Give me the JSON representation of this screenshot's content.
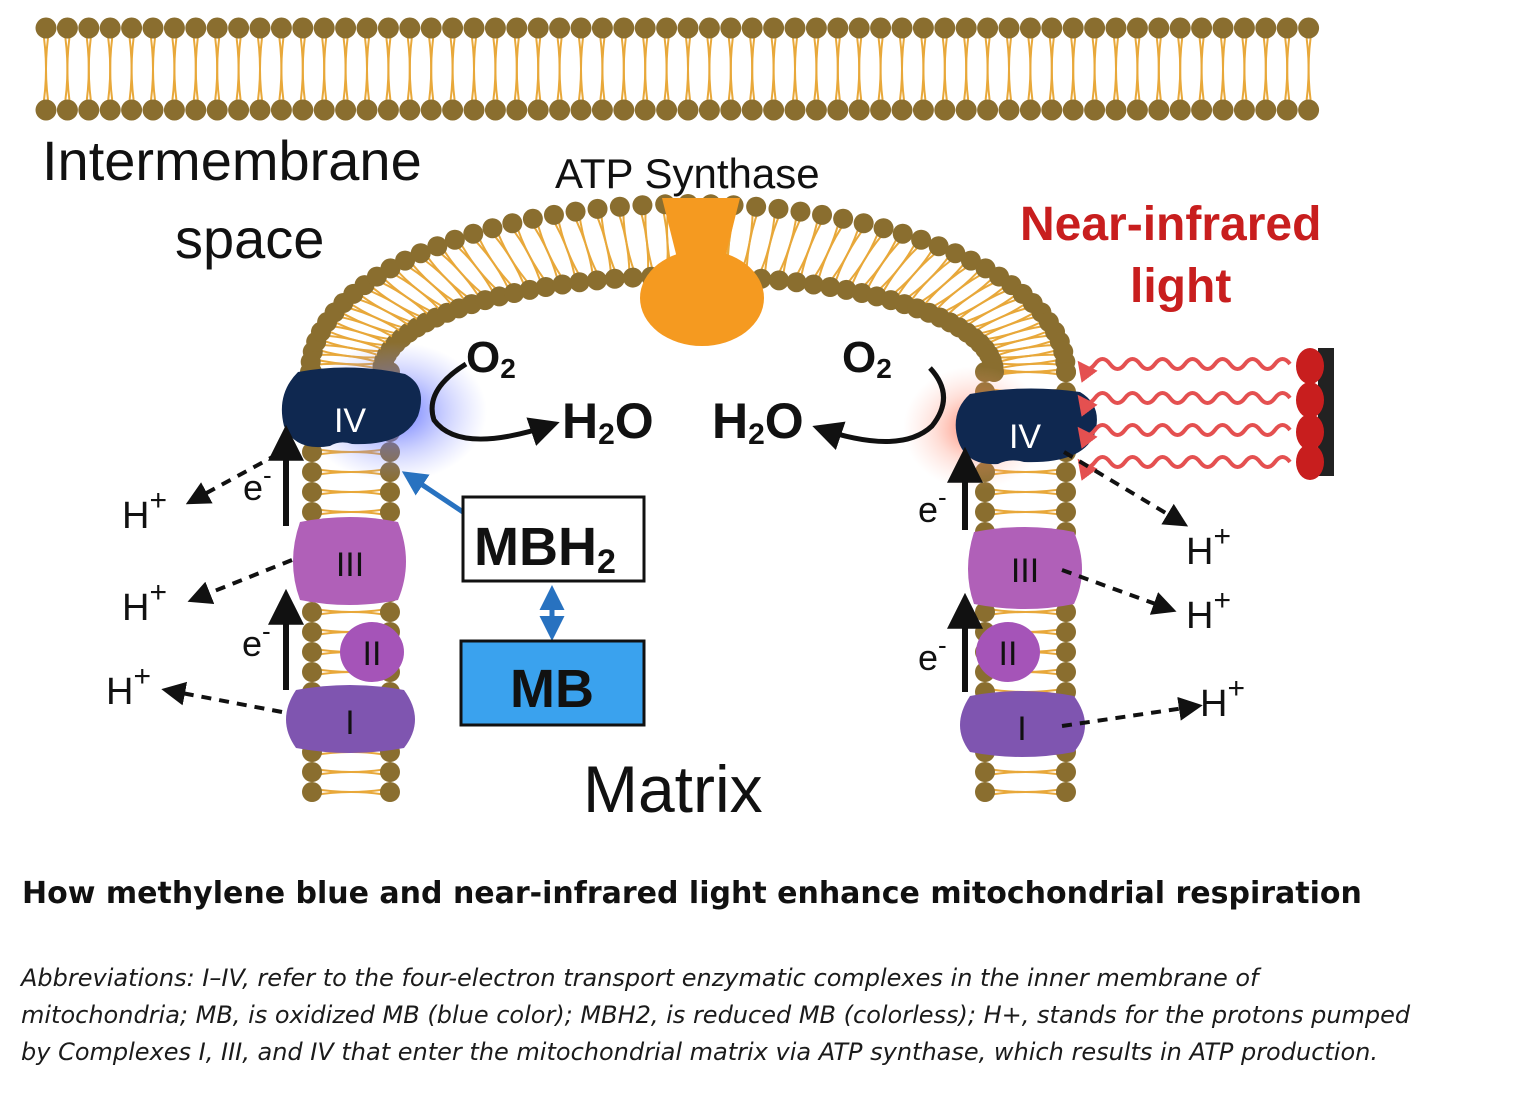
{
  "labels": {
    "intermembrane_line1": "Intermembrane",
    "intermembrane_line2": "space",
    "atp_synthase": "ATP Synthase",
    "nir_line1": "Near-infrared",
    "nir_line2": "light",
    "o2": "O",
    "o2_sub": "2",
    "h2o_h": "H",
    "h2o_sub": "2",
    "h2o_o": "O",
    "mbh2_main": "MBH",
    "mbh2_sub": "2",
    "mb": "MB",
    "matrix": "Matrix",
    "h_plus": "H",
    "plus": "+",
    "e_minus": "e",
    "minus": "-",
    "complex_1": "I",
    "complex_2": "II",
    "complex_3": "III",
    "complex_4": "IV"
  },
  "colors": {
    "lipid_head": "#8a6e2f",
    "lipid_tail": "#e8a83a",
    "complex_1": "#7f55b0",
    "complex_2": "#a554b8",
    "complex_3": "#b060b8",
    "complex_4": "#0f2850",
    "atp_synthase": "#f59a20",
    "mb_box": "#3aa2ee",
    "nir_red": "#c81e1e",
    "nir_wave": "#e45050",
    "mb_arrow": "#2872c0"
  },
  "heading": "How methylene blue and near-infrared light enhance mitochondrial respiration",
  "caption": "Abbreviations: I–IV, refer to the four-electron transport enzymatic complexes in the inner membrane of mitochondria; MB, is oxidized MB (blue color); MBH2, is reduced MB (colorless); H+, stands for the protons pumped by Complexes I, III, and IV that enter the mitochondrial matrix via ATP synthase, which results in ATP production."
}
